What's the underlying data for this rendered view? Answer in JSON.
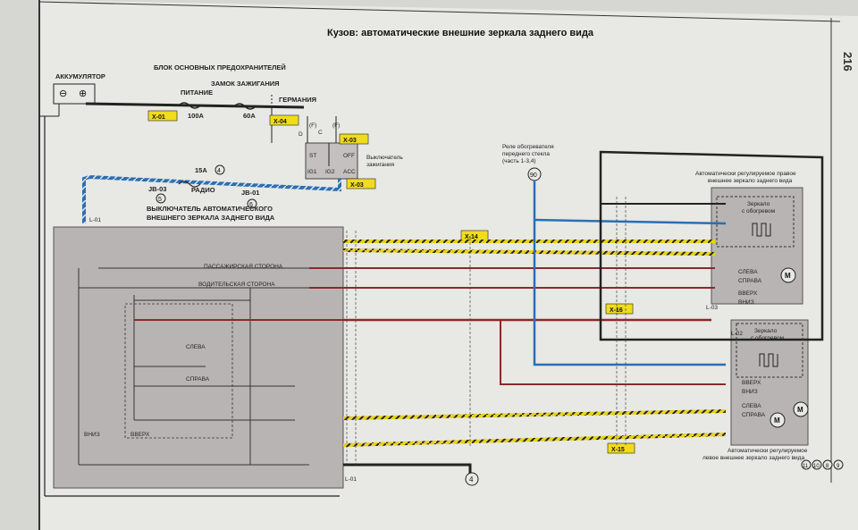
{
  "title": "Кузов: автоматические внешние зеркала заднего вида",
  "page_number": "216",
  "labels": {
    "battery": "АККУМУЛЯТОР",
    "fuse_block": "БЛОК ОСНОВНЫХ ПРЕДОХРАНИТЕЛЕЙ",
    "ignition_lock": "ЗАМОК ЗАЖИГАНИЯ",
    "power": "ПИТАНИЕ",
    "germany": "ГЕРМАНИЯ",
    "fuse_100a": "100А",
    "fuse_60a": "60А",
    "ign_switch_1": "Выключатель",
    "ign_switch_2": "зажигания",
    "fuse_15a": "15А",
    "radio": "РАДИО",
    "mirror_switch_1": "ВЫКЛЮЧАТЕЛЬ АВТОМАТИЧЕСКОГО",
    "mirror_switch_2": "ВНЕШНЕГО ЗЕРКАЛА ЗАДНЕГО ВИДА",
    "passenger_side": "ПАССАЖИРСКАЯ СТОРОНА",
    "driver_side": "ВОДИТЕЛЬСКАЯ СТОРОНА",
    "left": "СЛЕВА",
    "right": "СПРАВА",
    "down": "ВНИЗ",
    "up": "ВВЕРХ",
    "relay_1": "Реле обогревателя",
    "relay_2": "переднего стекла",
    "relay_3": "(часть 1-3,4)",
    "right_mirror_1": "Автоматически регулируемое правое",
    "right_mirror_2": "внешнее зеркало заднего вида",
    "left_mirror_1": "Автоматически регулируемое",
    "left_mirror_2": "левое внешнее зеркало заднего вида",
    "heated_mirror_1": "Зеркало",
    "heated_mirror_2": "с обогревом",
    "motor": "M",
    "sw_st": "ST",
    "sw_ig1": "IG1",
    "sw_ig2": "IG2",
    "sw_acc": "ACC",
    "sw_off": "OFF",
    "sw_d": "D",
    "sw_c": "C",
    "sw_f1": "(F)",
    "sw_f2": "(F)",
    "minus": "⊖",
    "plus": "⊕"
  },
  "connectors": {
    "x01": "X-01",
    "x03a": "X-03",
    "x03b": "X-03",
    "x04": "X-04",
    "x14": "X-14",
    "x15": "X-15",
    "x16": "X-16",
    "jb03": "JB-03",
    "jb01": "JB-01",
    "l01a": "L-01",
    "l01b": "L-01",
    "l02": "L-02",
    "l03": "L-03"
  },
  "circles": {
    "c4": "4",
    "c5": "5",
    "c6": "6",
    "c90": "90",
    "ground4": "4",
    "p11": "11",
    "p10": "10",
    "p8": "8",
    "p9": "9"
  },
  "colors": {
    "page": "#e8e8e4",
    "box_fill": "#b8b4b4",
    "wire_black": "#222222",
    "wire_darkred": "#8a2a2a",
    "wire_blue": "#2a6fb5",
    "wire_yellow": "#e8d21a",
    "label_yellow": "#f1dc1c"
  }
}
